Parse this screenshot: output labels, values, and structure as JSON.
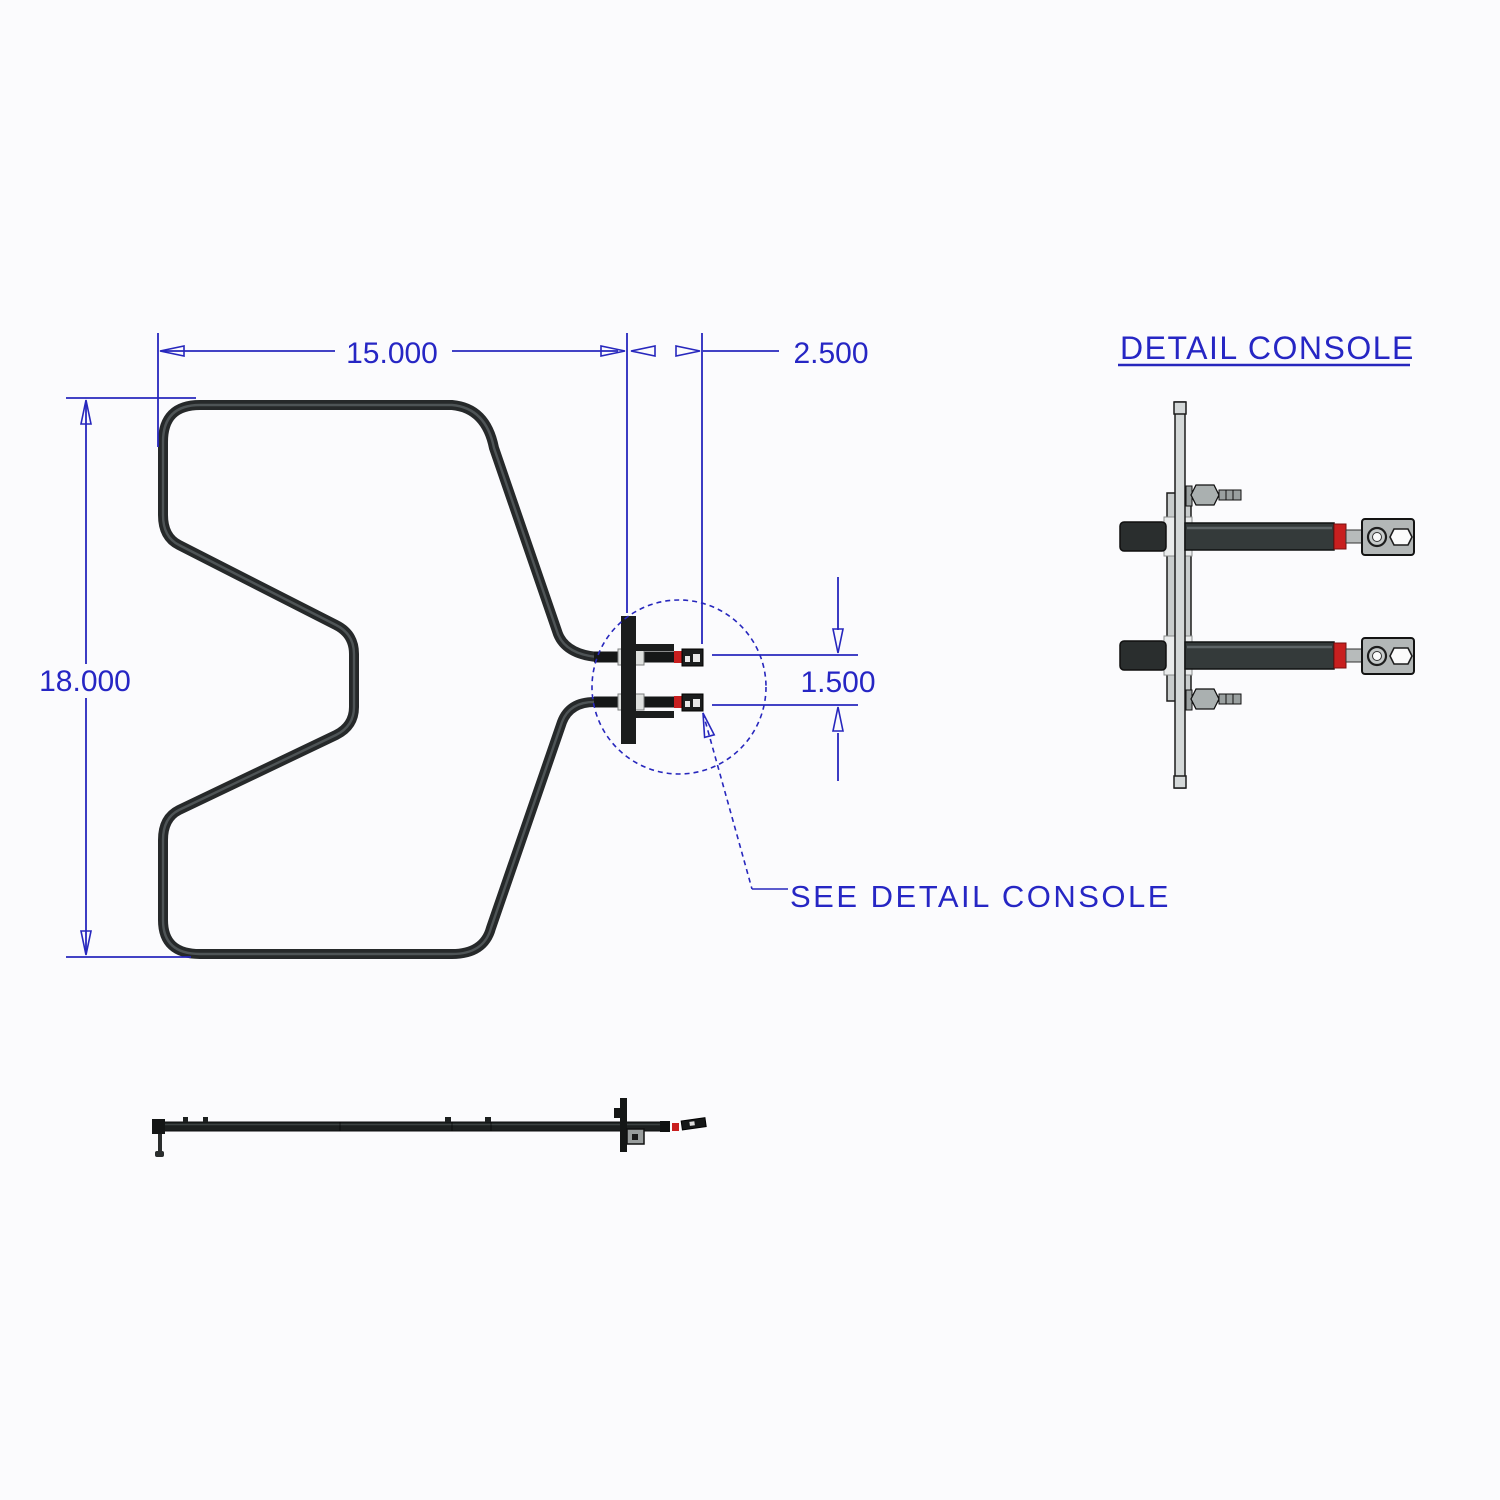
{
  "labels": {
    "detail_title": "DETAIL CONSOLE",
    "see_detail": "SEE DETAIL CONSOLE"
  },
  "dimensions": {
    "width_in": "15.000",
    "terminal_ext_in": "2.500",
    "height_in": "18.000",
    "terminal_spacing_in": "1.500"
  },
  "colors": {
    "dimension_blue": "#2727bd",
    "text_blue": "#2626c4",
    "element_dark": "#26292a",
    "red_band": "#c81f1f",
    "metal_light": "#b3b7b7",
    "background": "#fbfbfd"
  }
}
